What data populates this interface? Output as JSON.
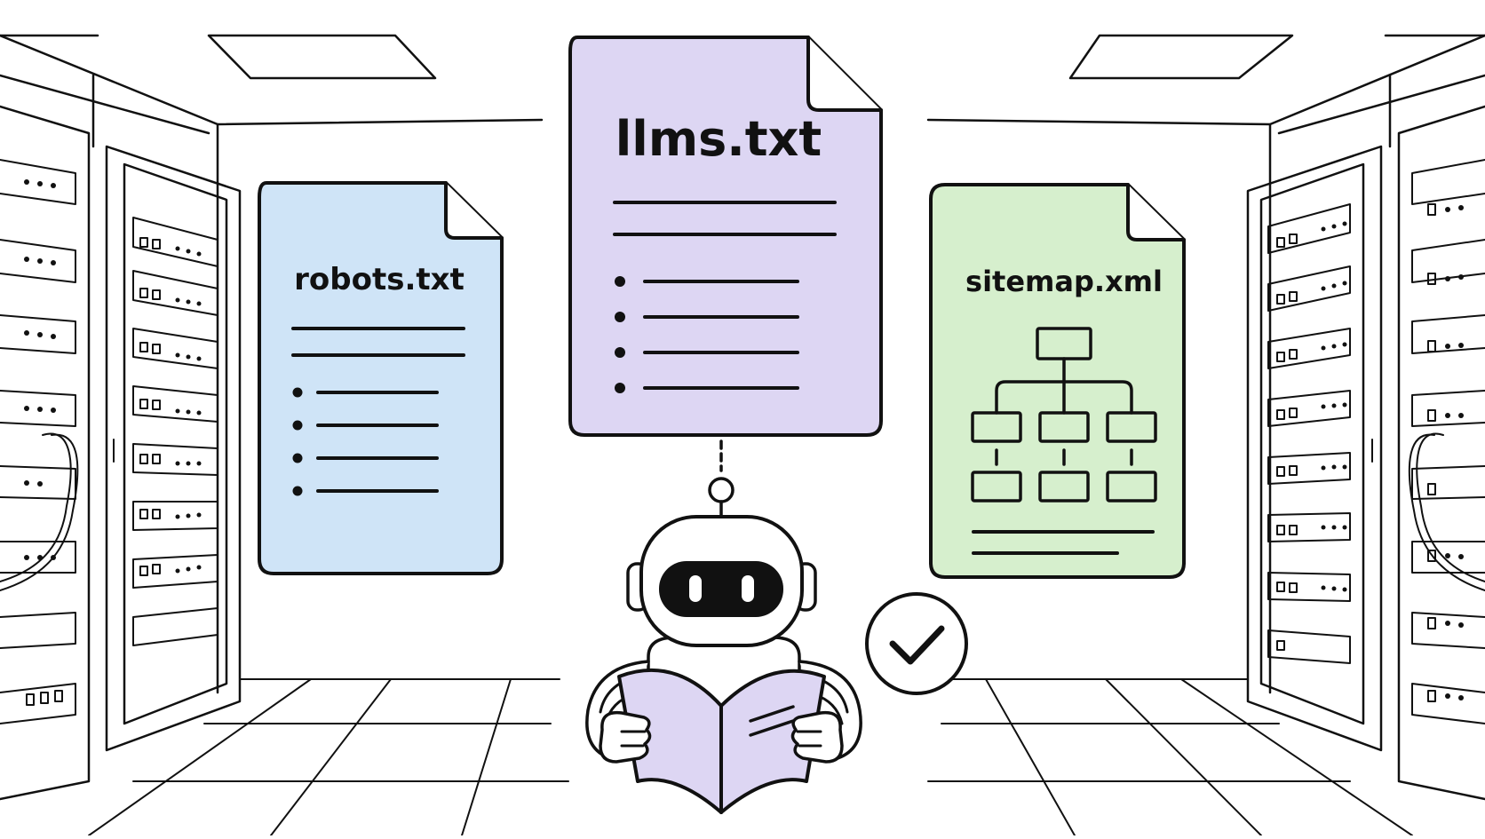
{
  "colors": {
    "outline": "#111111",
    "robots_fill": "#cfe4f7",
    "llms_fill": "#ddd6f3",
    "sitemap_fill": "#d6efcd",
    "book_fill": "#ddd6f3",
    "background": "#ffffff"
  },
  "documents": {
    "robots": {
      "label": "robots.txt",
      "bullet_count": 4
    },
    "llms": {
      "label": "llms.txt",
      "bullet_count": 4
    },
    "sitemap": {
      "label": "sitemap.xml"
    }
  },
  "icons": {
    "robot": "robot-reading-book-icon",
    "check": "checkmark-circle-icon",
    "server_left": "server-rack-icon",
    "server_right": "server-rack-icon"
  }
}
